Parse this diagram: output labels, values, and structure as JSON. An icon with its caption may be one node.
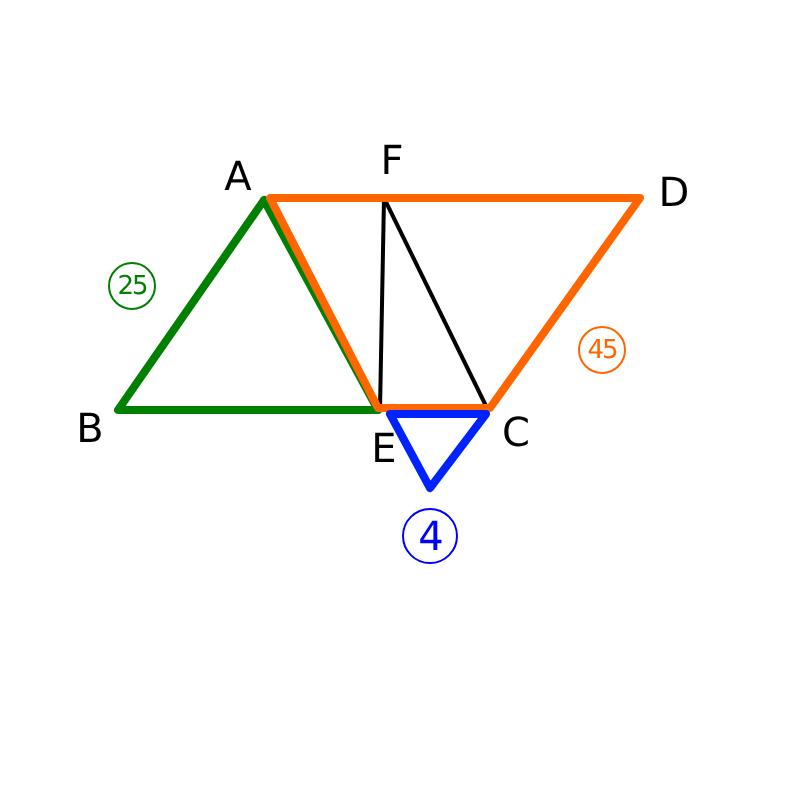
{
  "diagram": {
    "labels": [
      "A",
      "F",
      "D",
      "25",
      "45",
      "B",
      "E",
      "C",
      "4"
    ]
  }
}
